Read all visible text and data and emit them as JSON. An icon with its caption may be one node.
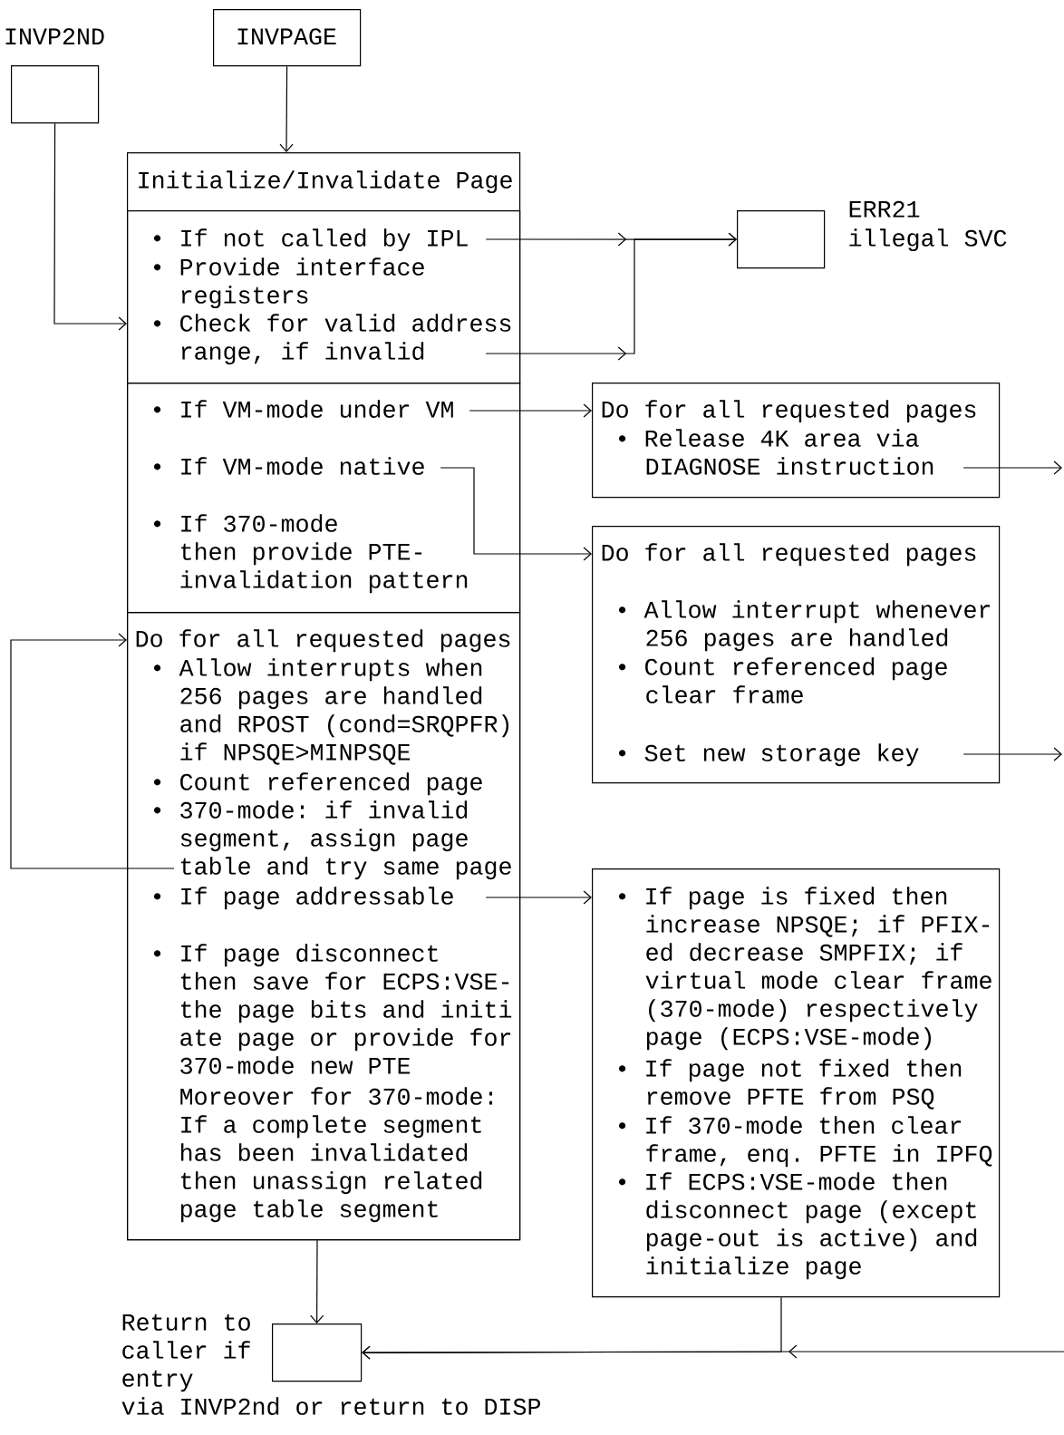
{
  "diagram": {
    "nodes": [
      {
        "text": [
          "INVP2ND"
        ]
      },
      {
        "text": [
          "INVPAGE"
        ]
      },
      {
        "text": [
          "Initialize/Invalidate Page"
        ]
      },
      {
        "text": [
          "• If not called by IPL",
          "• Provide interface registers",
          "• Check for valid address range, if invalid"
        ],
        "in": 2
      },
      {
        "text": [
          "• If VM-mode under VM",
          "• If VM-mode native",
          "• If 370-mode then provide PTE- invalidation pattern"
        ],
        "in": 2
      },
      {
        "text": [
          "Do for all requested pages",
          "• Allow interrupts when 256 pages are handled and RPOST (cond=SRQPFR) if NPSQE>MINPSQE",
          "• Count referenced page",
          "• 370-mode: if invalid segment, assign page table and try same page",
          "• If page addressable",
          "• If page disconnect then save for ECPS:VSE- the page bits and initi ate page or provide for 370-mode new PTE",
          "Moreover for 370-mode: If a complete segment has been invalidated then unassign related page table segment"
        ],
        "in": 2
      },
      {
        "text": [],
        "shape": "box",
        "beside": [
          "ERR21",
          "illegal SVC"
        ]
      },
      {
        "text": [
          "Do for all requested pages",
          "• Release 4K area via DIAGNOSE instruction"
        ]
      },
      {
        "text": [
          "Do for all requested pages",
          "• Allow interrupt whenever 256 pages are handled",
          "• Count referenced page clear frame",
          "• Set new storage key"
        ]
      },
      {
        "text": [
          "• If page is fixed then increase NPSQE; if PFIX- ed decrease SMPFIX; if virtual mode clear frame (370-mode) respectively page (ECPS:VSE-mode)",
          "• If page not fixed then remove PFTE from PSQ",
          "• If 370-mode then clear frame, enq. PFTE in IPFQ",
          "• If ECPS:VSE-mode then disconnect page (except page-out is active) and initialize page"
        ]
      },
      {
        "text": [],
        "shape": "box",
        "beside": [
          "Return to caller if entry",
          "via INVP2nd or return to DISP"
        ]
      }
    ],
    "edges": [
      {
        "from": 0,
        "to": 3,
        "arrow": "to"
      },
      {
        "from": 1,
        "to": 2,
        "arrow": "to"
      },
      {
        "from": 3,
        "to": 6,
        "arrow": "to"
      },
      {
        "from": 3,
        "to": 6,
        "arrow": "to"
      },
      {
        "from": 4,
        "to": 7,
        "arrow": "to"
      },
      {
        "from": 4,
        "to": 8,
        "arrow": "to"
      },
      {
        "from": 5,
        "to": 5,
        "arrow": "to"
      },
      {
        "from": 5,
        "to": 9,
        "arrow": "to"
      },
      {
        "from": 2,
        "to": 10,
        "arrow": "to"
      },
      {
        "from": 9,
        "to": 10,
        "arrow": "to"
      },
      {
        "from": 7,
        "to": null,
        "arrow": "to"
      },
      {
        "from": 8,
        "to": null,
        "arrow": "to"
      },
      {
        "from": null,
        "to": 10,
        "arrow": "to"
      }
    ]
  }
}
